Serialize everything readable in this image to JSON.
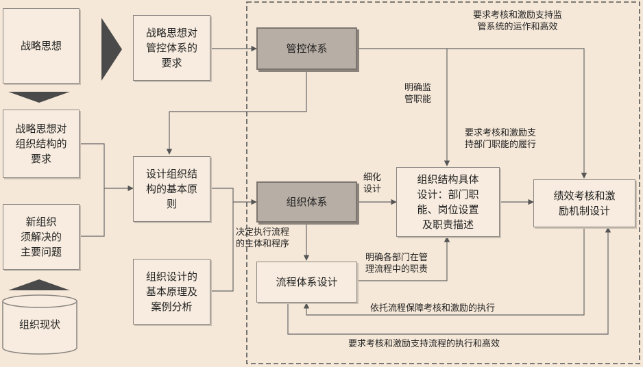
{
  "nodes": {
    "strategy_thought": "战略思想",
    "strategy_control_req": "战略思想对\n管控体系的\n要求",
    "control_system": "管控体系",
    "strategy_org_req": "战略思想对\n组织结构的\n要求",
    "design_principles": "设计组织结\n构的基本原\n则",
    "new_org_problems": "新组织\n须解决的\n主要问题",
    "org_system": "组织体系",
    "org_structure_design": "组织结构具体\n设计：部门职\n能、岗位设置\n及职责描述",
    "performance_design": "绩效考核和激\n励机制设计",
    "process_design": "流程体系设计",
    "org_design_cases": "组织设计的\n基本原理及\n案例分析",
    "org_status": "组织现状"
  },
  "labels": {
    "top_right": "要求考核和激励支持监\n管系统的运作和高效",
    "clarify_duties": "明确监\n管职能",
    "support_dept": "要求考核和激励支\n持部门职能的履行",
    "refine_design": "细化\n设计",
    "decide_process": "决定执行流程\n的主体和程序",
    "clarify_dept_process": "明确各部门在管\n理流程中的职责",
    "rely_process": "依托流程保障考核和激励的执行",
    "bottom": "要求考核和激励支持流程的执行和高效"
  }
}
